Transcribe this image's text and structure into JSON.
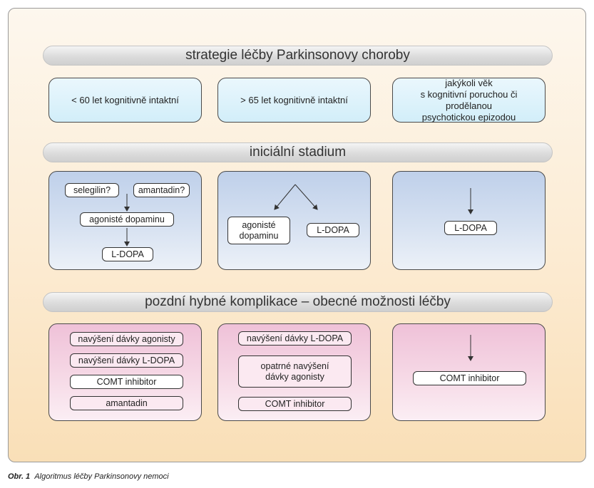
{
  "title": "strategie léčby Parkinsonovy choroby",
  "groups": [
    "< 60 let kognitivně intaktní",
    "> 65 let kognitivně intaktní",
    "jakýkoli věk\ns kognitivní poruchou či prodělanou\npsychotickou epizodou"
  ],
  "initial": {
    "header": "iniciální stadium",
    "col1": {
      "selegilin": "selegilin?",
      "amantadin": "amantadin?",
      "agonists": "agonisté dopaminu",
      "ldopa": "L-DOPA"
    },
    "col2": {
      "agonists": "agonisté\ndopaminu",
      "ldopa": "L-DOPA"
    },
    "col3": {
      "ldopa": "L-DOPA"
    }
  },
  "late": {
    "header": "pozdní hybné komplikace – obecné možnosti léčby",
    "col1": [
      "navýšení dávky agonisty",
      "navýšení dávky L-DOPA",
      "COMT inhibitor",
      "amantadin"
    ],
    "col2": [
      "navýšení dávky L-DOPA",
      "opatrné navýšení\ndávky agonisty",
      "COMT inhibitor"
    ],
    "col3": [
      "COMT inhibitor"
    ]
  },
  "caption": {
    "label": "Obr. 1",
    "text": "Algoritmus léčby Parkinsonovy nemoci"
  }
}
